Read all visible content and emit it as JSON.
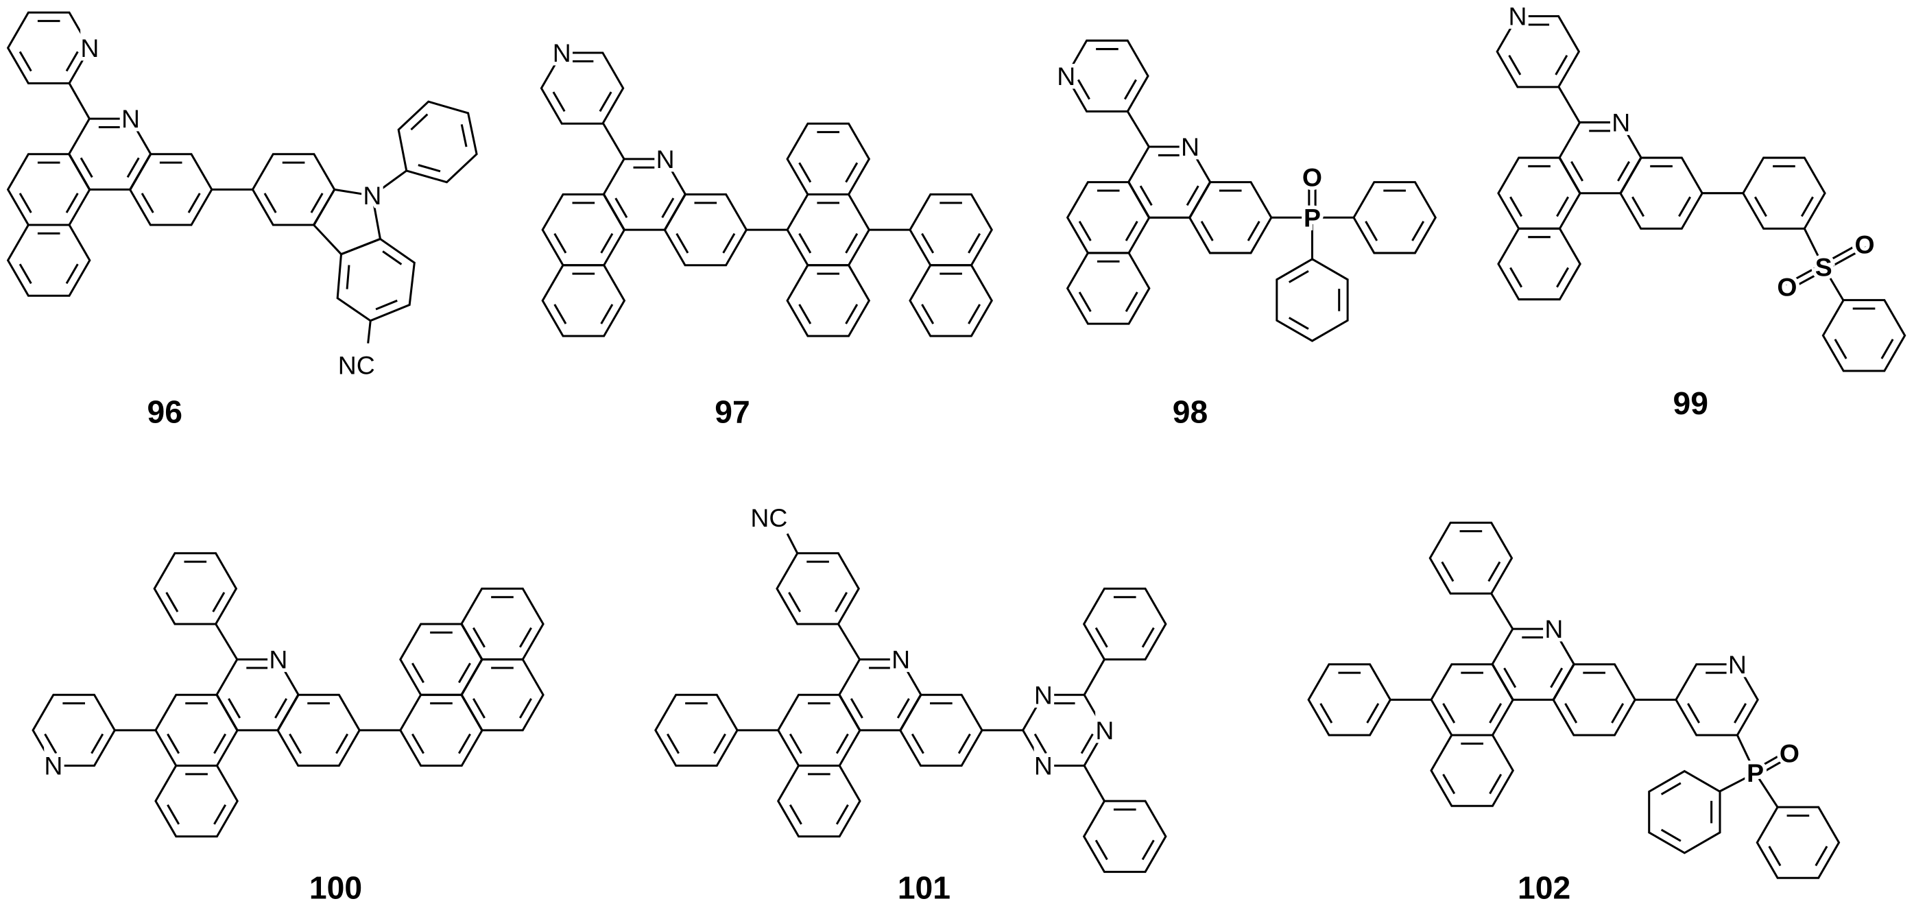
{
  "figure": {
    "compounds": [
      {
        "id": "96",
        "atom_labels": [
          "N",
          "N",
          "N",
          "NC"
        ]
      },
      {
        "id": "97",
        "atom_labels": [
          "N",
          "N"
        ]
      },
      {
        "id": "98",
        "atom_labels": [
          "N",
          "N",
          "P",
          "O"
        ]
      },
      {
        "id": "99",
        "atom_labels": [
          "N",
          "N",
          "S",
          "O",
          "O"
        ]
      },
      {
        "id": "100",
        "atom_labels": [
          "N",
          "N"
        ]
      },
      {
        "id": "101",
        "atom_labels": [
          "NC",
          "N",
          "N",
          "N",
          "N"
        ]
      },
      {
        "id": "102",
        "atom_labels": [
          "N",
          "N",
          "P",
          "O"
        ]
      }
    ]
  }
}
